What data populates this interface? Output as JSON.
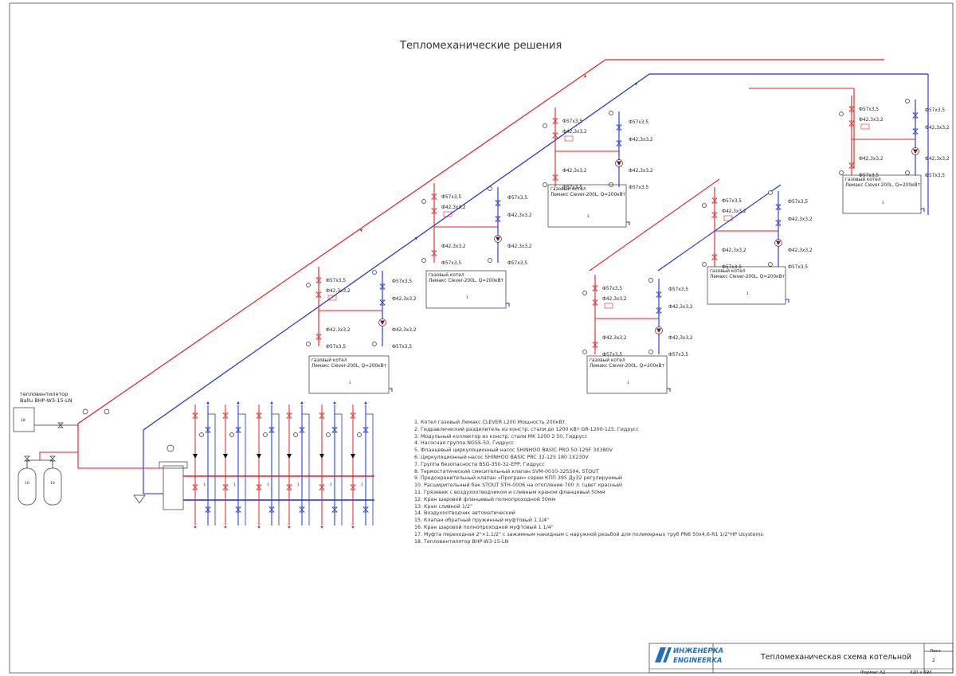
{
  "title": "Тепломеханические решения",
  "colors": {
    "supply": "#e02020",
    "return": "#1a2fd0",
    "line": "#333333",
    "accent": "#1f6fc2"
  },
  "fan_heater_label": [
    "тепловентилятор",
    "Ballu BHP-W3-15-LN"
  ],
  "boiler_label_1": "газовый котел",
  "boiler_labels": [
    "Лемакс Clever-200L, Q=200кВт",
    "Лемакс Clever-200L, Q=200кВт",
    "Лемакс Clever-200L, Q=200кВт",
    "Лемакс Clever-200L, Q=200кВт",
    "Лемакс Clever-200L, Q=200кВт",
    "Лемакс Clever-200L, Q=200кВт"
  ],
  "pipe_dims": {
    "big": "Ф57х3,5",
    "small": "Ф42,3х3,2"
  },
  "legend": [
    "1. Котел газовый Лемакс CLEVER L200 Мощность 200кВт.",
    "2. Гидравлический разделитель из констр. стали до 1200 кВт GR-1200-125, Гидрусс",
    "3. Модульный коллектор из констр. стали MK 1200 3 50, Гидрусс",
    "4. Насосная группа NGSS-50, Гидрусс",
    "5. Фланцевый циркуляционный насос SHINHOO BASIC PRO 50-12SF 3X380V",
    "6. Циркуляционный насос SHINHOO BASIC PRC 32-12S 180 1X230V",
    "7. Группа безопасности BSG-350-32-EPP, Гидрусс",
    "8. Термостатический смесительный клапан SVM-0010-325504, STOUT",
    "9. Предохранительный клапан «Програн» серии КПП 395 Ду32 регулируемый",
    "10. Расширительный бак STOUT STH-0006 на отопление 700 л. (цвет красный)",
    "11. Грязевик с воздухоотводчиком и сливным краном фланцевый 50мм",
    "12. Кран шаровой фланцевый полнопроходной 50мм",
    "13. Кран сливной 1/2\"",
    "14. Воздухоотводчик автоматический",
    "15. Клапан обратный пружинный муфтовый 1.1/4\"",
    "16. Кран шаровой полнопроходной муфтовый 1.1/4\"",
    "17. Муфта переходная 2\"×1.1/2\" с зажимным накидным с наружной резьбой для полимерных труб PN6 50х4,6-R1 1/2\"НР Usystems",
    "18. Тепловентилятор BHP-W3-15-LN"
  ],
  "stamp": {
    "logo": [
      "ИНЖЕНЕРКА",
      "ENGINEERKA"
    ],
    "title": "Тепломеханическая схема котельной",
    "sheet_label": "Лист",
    "sheet_number": "2",
    "format": "Формат А2",
    "size": "420 х 594"
  }
}
